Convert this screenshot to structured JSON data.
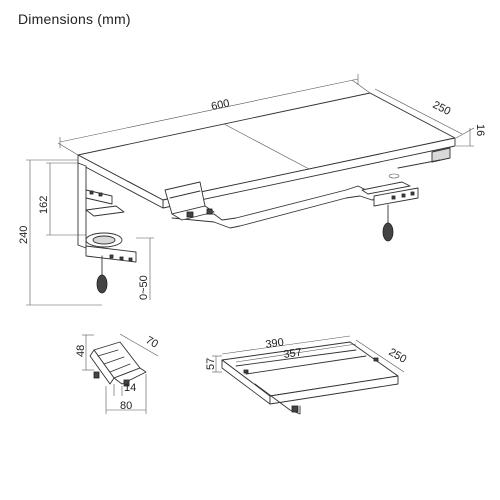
{
  "title": "Dimensions (mm)",
  "desk": {
    "width": "600",
    "depth": "250",
    "thickness": "16",
    "clamp_height": "162",
    "total_height": "240",
    "clamp_range": "0~50"
  },
  "cup_holder": {
    "height": "48",
    "depth": "70",
    "slot": "14",
    "width": "80"
  },
  "tray": {
    "outer_width": "390",
    "inner_width": "357",
    "depth": "250",
    "height": "57"
  }
}
